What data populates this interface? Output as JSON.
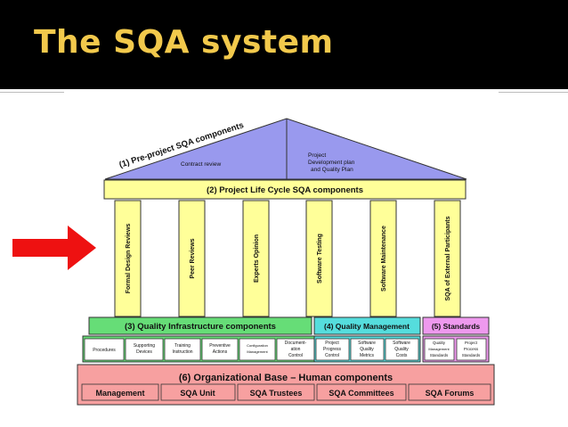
{
  "slide": {
    "title": "The SQA system",
    "colors": {
      "title": "#f2c94c",
      "background_bar": "#000000",
      "arrow": "#ee1111"
    }
  },
  "diagram": {
    "roof": {
      "label": "(1) Pre-project SQA components",
      "item_left": "Contract review",
      "item_right": [
        "Project",
        "Development plan",
        "and Quality Plan"
      ],
      "color": "#9999ee"
    },
    "beam": {
      "label": "(2) Project Life Cycle SQA components",
      "color": "#ffff99"
    },
    "pillars": [
      "Formal Design Reviews",
      "Peer Reviews",
      "Experts Opinion",
      "Software Testing",
      "Software Maintenance",
      "SQA of External Participants"
    ],
    "infrastructure": {
      "label": "(3) Quality Infrastructure components",
      "color": "#66dd77",
      "items": [
        [
          "Procedures"
        ],
        [
          "Supporting",
          "Devices"
        ],
        [
          "Training",
          "Instruction"
        ],
        [
          "Preventive",
          "Actions"
        ],
        [
          "Configuration",
          "Management"
        ],
        [
          "Document-",
          "ation",
          "Control"
        ]
      ]
    },
    "management": {
      "label": "(4) Quality Management",
      "color": "#55dddd",
      "items": [
        [
          "Project",
          "Progress",
          "Control"
        ],
        [
          "Software",
          "Quality",
          "Metrics"
        ],
        [
          "Software",
          "Quality",
          "Costs"
        ]
      ]
    },
    "standards": {
      "label": "(5) Standards",
      "color": "#ee99ee",
      "items": [
        [
          "Quality",
          "Management",
          "Standards"
        ],
        [
          "Project",
          "Process",
          "Standards"
        ]
      ]
    },
    "base": {
      "label": "(6) Organizational Base – Human components",
      "color": "#f7a0a0",
      "items": [
        "Management",
        "SQA Unit",
        "SQA Trustees",
        "SQA Committees",
        "SQA Forums"
      ]
    }
  }
}
